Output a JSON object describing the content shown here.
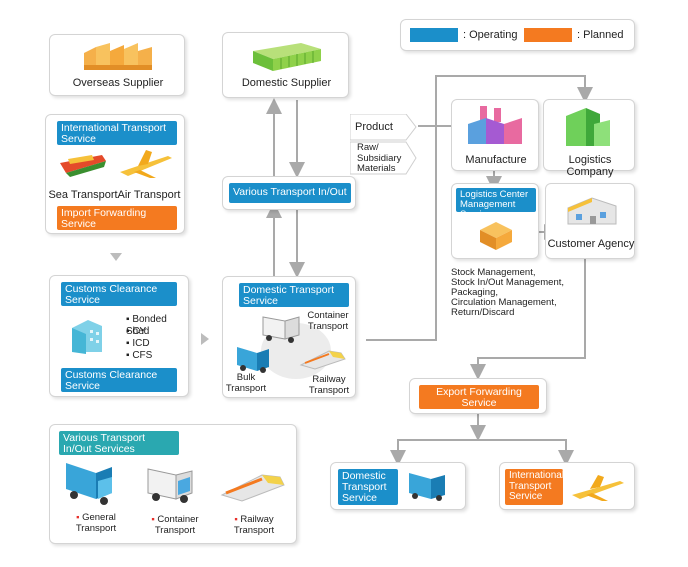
{
  "legend": {
    "operating": "Operating",
    "planned": "Planned",
    "colors": {
      "operating": "#1b8fca",
      "planned": "#f47a20"
    }
  },
  "overseas": {
    "title": "Overseas Supplier"
  },
  "intl": {
    "title": "International Transport Service",
    "sea": "Sea Transport",
    "air": "Air Transport",
    "import": "Import Forwarding Service"
  },
  "customs": {
    "title_top": "Customs Clearance Service",
    "title_bottom": "Customs Clearance Service",
    "items": [
      "Bonded Shed",
      "CY",
      "ICD",
      "CFS"
    ]
  },
  "various_box": {
    "title": "Various Transport In/Out Services",
    "items": [
      "General Transport",
      "Container Transport",
      "Railway Transport"
    ]
  },
  "domestic_supplier": {
    "title": "Domestic Supplier"
  },
  "various_mid": {
    "title": "Various Transport In/Out"
  },
  "domestic_transport": {
    "title": "Domestic Transport Service",
    "container": "Container Transport",
    "bulk": "Bulk Transport",
    "railway": "Railway Transport"
  },
  "inputs": {
    "product": "Product",
    "raw": "Raw/ Subsidiary Materials"
  },
  "manufacture": {
    "title": "Manufacture"
  },
  "logistics_company": {
    "title": "Logistics Company"
  },
  "lcm": {
    "title": "Logistics Center Management Service",
    "functions": [
      "Stock Management,",
      "Stock In/Out Management,",
      "Packaging,",
      "Circulation Management,",
      "Return/Discard"
    ]
  },
  "customer_agency": {
    "title": "Customer Agency"
  },
  "export": {
    "title": "Export Forwarding Service"
  },
  "dom_out": {
    "title": "Domestic Transport Service"
  },
  "intl_out": {
    "title": "International Transport Service"
  }
}
